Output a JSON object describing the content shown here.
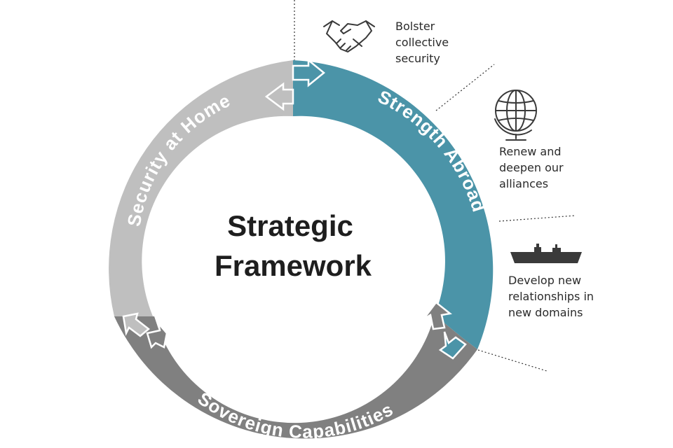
{
  "diagram": {
    "center": {
      "title_line1": "Strategic",
      "title_line2": "Framework"
    },
    "segments": [
      {
        "id": "security-at-home",
        "label": "Security at Home",
        "color": "#bfbfbf"
      },
      {
        "id": "strength-abroad",
        "label": "Strength Abroad",
        "color": "#4b94a8"
      },
      {
        "id": "sovereign-capabilities",
        "label": "Sovereign Capabilities",
        "color": "#808080"
      }
    ],
    "callouts": [
      {
        "icon": "handshake-icon",
        "lines": [
          "Bolster",
          "collective",
          "security"
        ]
      },
      {
        "icon": "globe-icon",
        "lines": [
          "Renew and",
          "deepen our",
          "alliances"
        ]
      },
      {
        "icon": "ship-icon",
        "lines": [
          "Develop new",
          "relationships in",
          "new domains"
        ]
      }
    ]
  }
}
